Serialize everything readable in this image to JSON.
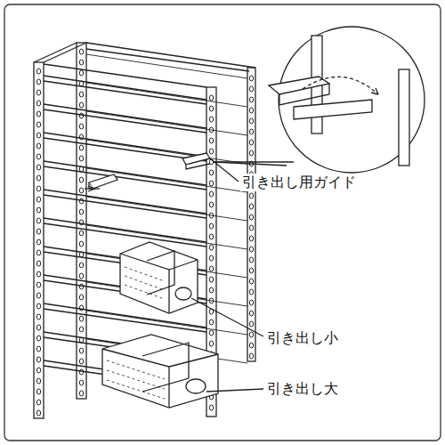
{
  "diagram": {
    "labels": [
      "引き出し用ガイド",
      "引き出し小",
      "引き出し大"
    ]
  }
}
